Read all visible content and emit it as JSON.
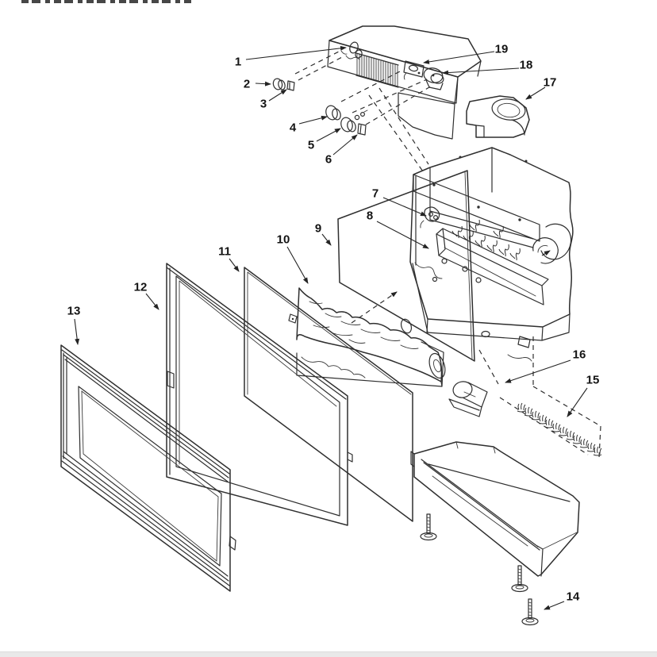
{
  "figure": {
    "kind": "exploded-parts-diagram",
    "subject": "Fireplace heater assembly exploded view",
    "callouts": [
      "1",
      "2",
      "3",
      "4",
      "5",
      "6",
      "7",
      "8",
      "9",
      "10",
      "11",
      "12",
      "13",
      "14",
      "15",
      "16",
      "17",
      "18",
      "19"
    ]
  },
  "colors": {
    "background": "#ffffff",
    "line": "#2f2f2f",
    "label_text": "#141414",
    "footer_bar": "#e9e9e9"
  }
}
